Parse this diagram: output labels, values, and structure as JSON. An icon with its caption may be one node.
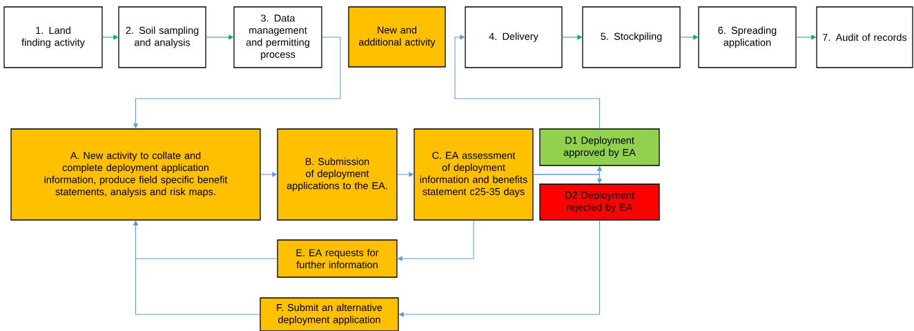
{
  "diagram": {
    "nodes": [
      {
        "text": [
          "1. Land finding activity"
        ]
      },
      {
        "text": [
          "2. Soil sampling and analysis"
        ]
      },
      {
        "text": [
          "3. Data management and permitting process"
        ]
      },
      {
        "text": [
          "New and additional activity"
        ]
      },
      {
        "text": [
          "4. Delivery"
        ]
      },
      {
        "text": [
          "5. Stockpiling"
        ]
      },
      {
        "text": [
          "6. Spreading application"
        ]
      },
      {
        "text": [
          "7. Audit of records"
        ]
      },
      {
        "text": [
          "A. New activity to collate and complete deployment application information, produce field specific benefit statements, analysis and risk maps."
        ]
      },
      {
        "text": [
          "B. Submission of deployment applications to the EA."
        ]
      },
      {
        "text": [
          "C. EA assessment of deployment information and benefits statement c25-35 days"
        ]
      },
      {
        "text": [
          "D1 Deployment approved by EA"
        ]
      },
      {
        "text": [
          "D2 Deployment rejected by EA"
        ]
      },
      {
        "text": [
          "E. EA requests for further information"
        ]
      },
      {
        "text": [
          "F. Submit an alternative deployment application"
        ]
      }
    ],
    "edges": [
      {
        "from": 0,
        "to": 1,
        "arrow": "to",
        "color": "#00b050"
      },
      {
        "from": 1,
        "to": 2,
        "arrow": "to",
        "color": "#00b050"
      },
      {
        "from": 2,
        "to": 8,
        "arrow": "to"
      },
      {
        "from": 11,
        "to": 4,
        "arrow": "to"
      },
      {
        "from": 4,
        "to": 5,
        "arrow": "to",
        "color": "#00b050"
      },
      {
        "from": 5,
        "to": 6,
        "arrow": "to",
        "color": "#00b050"
      },
      {
        "from": 6,
        "to": 7,
        "arrow": "to",
        "color": "#00b050"
      },
      {
        "from": 8,
        "to": 9,
        "arrow": "to"
      },
      {
        "from": 9,
        "to": 10,
        "arrow": "to"
      },
      {
        "from": 10,
        "to": 11,
        "arrow": "to"
      },
      {
        "from": 10,
        "to": 12,
        "arrow": "to"
      },
      {
        "from": 10,
        "to": 13,
        "arrow": "to"
      },
      {
        "from": 13,
        "to": 8,
        "arrow": "to"
      },
      {
        "from": 12,
        "to": 14,
        "arrow": "to"
      },
      {
        "from": 14,
        "to": 8,
        "arrow": "to"
      }
    ]
  }
}
